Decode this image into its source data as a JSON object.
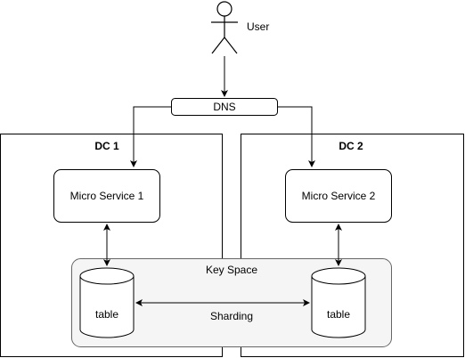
{
  "actor": {
    "label": "User"
  },
  "dns": {
    "label": "DNS"
  },
  "dc1": {
    "label": "DC 1"
  },
  "dc2": {
    "label": "DC 2"
  },
  "service1": {
    "label": "Micro Service 1"
  },
  "service2": {
    "label": "Micro Service 2"
  },
  "keyspace": {
    "label": "Key Space",
    "fill": "#f5f5f5",
    "stroke": "#666666"
  },
  "table1": {
    "label": "table"
  },
  "table2": {
    "label": "table"
  },
  "sharding": {
    "label": "Sharding"
  }
}
